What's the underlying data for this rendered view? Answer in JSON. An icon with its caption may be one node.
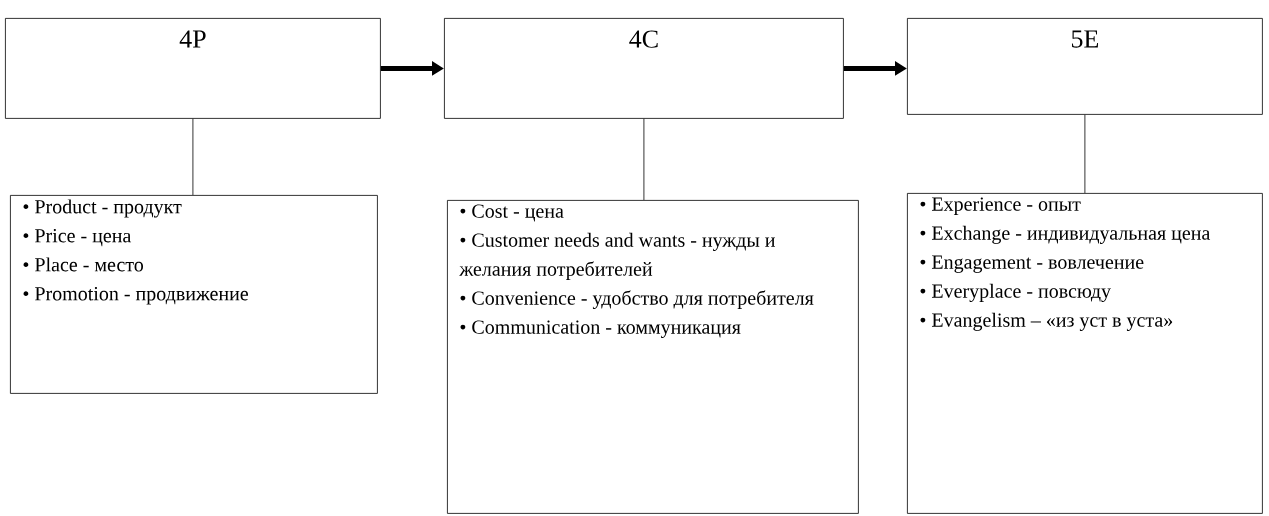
{
  "diagram": {
    "nodes": [
      {
        "text": [
          "4P"
        ]
      },
      {
        "text": [
          "4C"
        ]
      },
      {
        "text": [
          "5E"
        ]
      },
      {
        "text": [
          "• Product - продукт",
          "• Price - цена",
          "• Place - место",
          "• Promotion - продвижение"
        ]
      },
      {
        "text": [
          "• Cost - цена",
          "• Customer needs and wants - нужды и желания потребителей",
          "• Convenience - удобство для потребителя",
          "• Communication - коммуникация"
        ]
      },
      {
        "text": [
          "• Experience - опыт",
          "• Exchange - индивидуальная цена",
          "• Engagement - вовлечение",
          "• Everyplace - повсюду",
          "• Evangelism – «из уст в уста»"
        ]
      }
    ],
    "edges": [
      {
        "from": 0,
        "to": 1,
        "arrow": "to",
        "style": "thick"
      },
      {
        "from": 1,
        "to": 2,
        "arrow": "to",
        "style": "thick"
      },
      {
        "from": 0,
        "to": 3,
        "arrow": "none"
      },
      {
        "from": 1,
        "to": 4,
        "arrow": "none"
      },
      {
        "from": 2,
        "to": 5,
        "arrow": "none"
      }
    ]
  }
}
